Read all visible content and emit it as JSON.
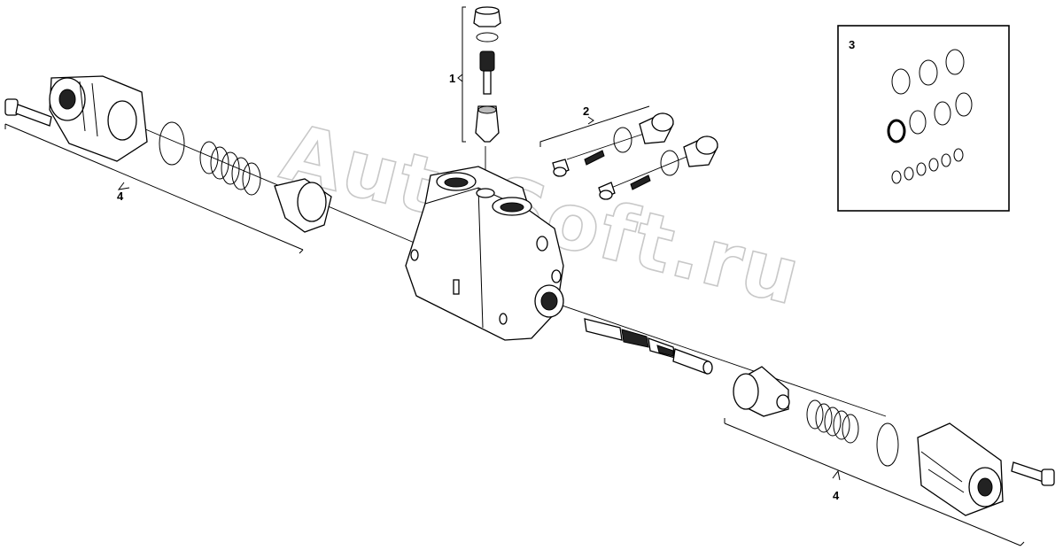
{
  "watermark": "AutoSoft.ru",
  "callouts": {
    "c1": "1",
    "c2": "2",
    "c3": "3",
    "c4_left": "4",
    "c4_right": "4"
  }
}
